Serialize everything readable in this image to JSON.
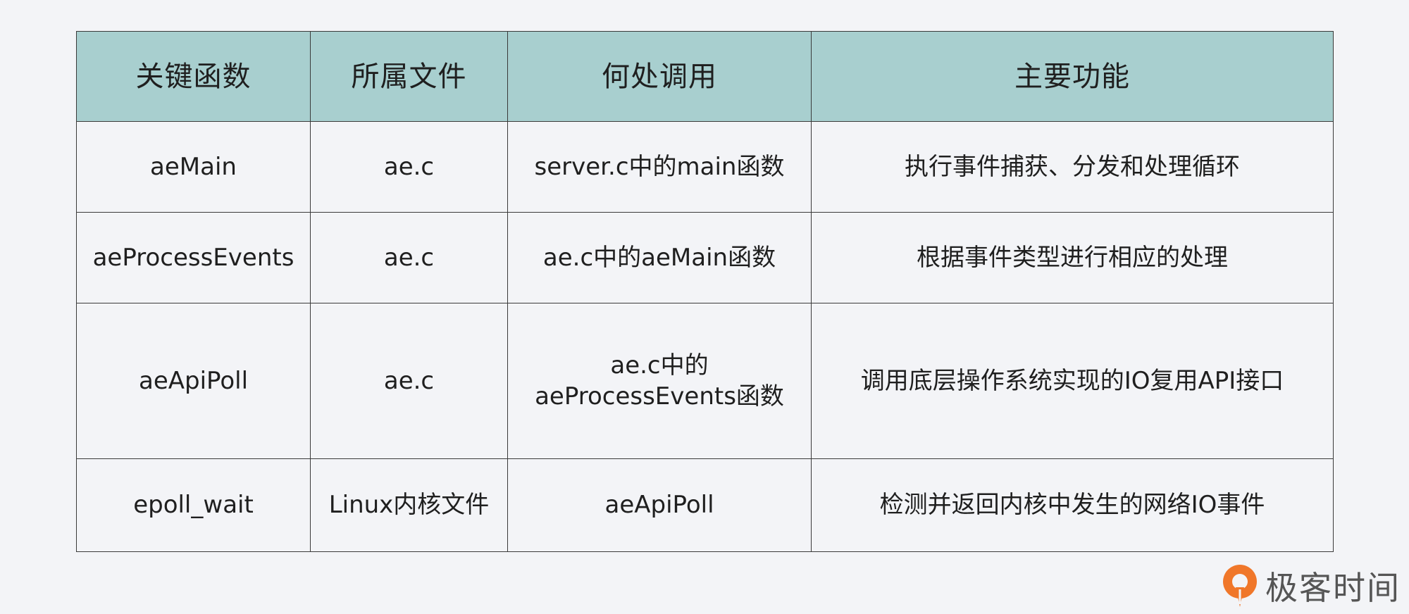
{
  "table": {
    "headers": [
      "关键函数",
      "所属文件",
      "何处调用",
      "主要功能"
    ],
    "rows": [
      {
        "function": "aeMain",
        "file": "ae.c",
        "called_from": "server.c中的main函数",
        "purpose": "执行事件捕获、分发和处理循环"
      },
      {
        "function": "aeProcessEvents",
        "file": "ae.c",
        "called_from": "ae.c中的aeMain函数",
        "purpose": "根据事件类型进行相应的处理"
      },
      {
        "function": "aeApiPoll",
        "file": "ae.c",
        "called_from_line1": "ae.c中的",
        "called_from_line2": "aeProcessEvents函数",
        "purpose": "调用底层操作系统实现的IO复用API接口"
      },
      {
        "function": "epoll_wait",
        "file": "Linux内核文件",
        "called_from": "aeApiPoll",
        "purpose": "检测并返回内核中发生的网络IO事件"
      }
    ]
  },
  "logo": {
    "text": "极客时间",
    "icon": "geektime-logo-icon",
    "brand_color": "#f0772a"
  },
  "colors": {
    "header_bg": "#a8cfcf",
    "page_bg": "#f3f4f7",
    "border": "#3a3a3a"
  }
}
